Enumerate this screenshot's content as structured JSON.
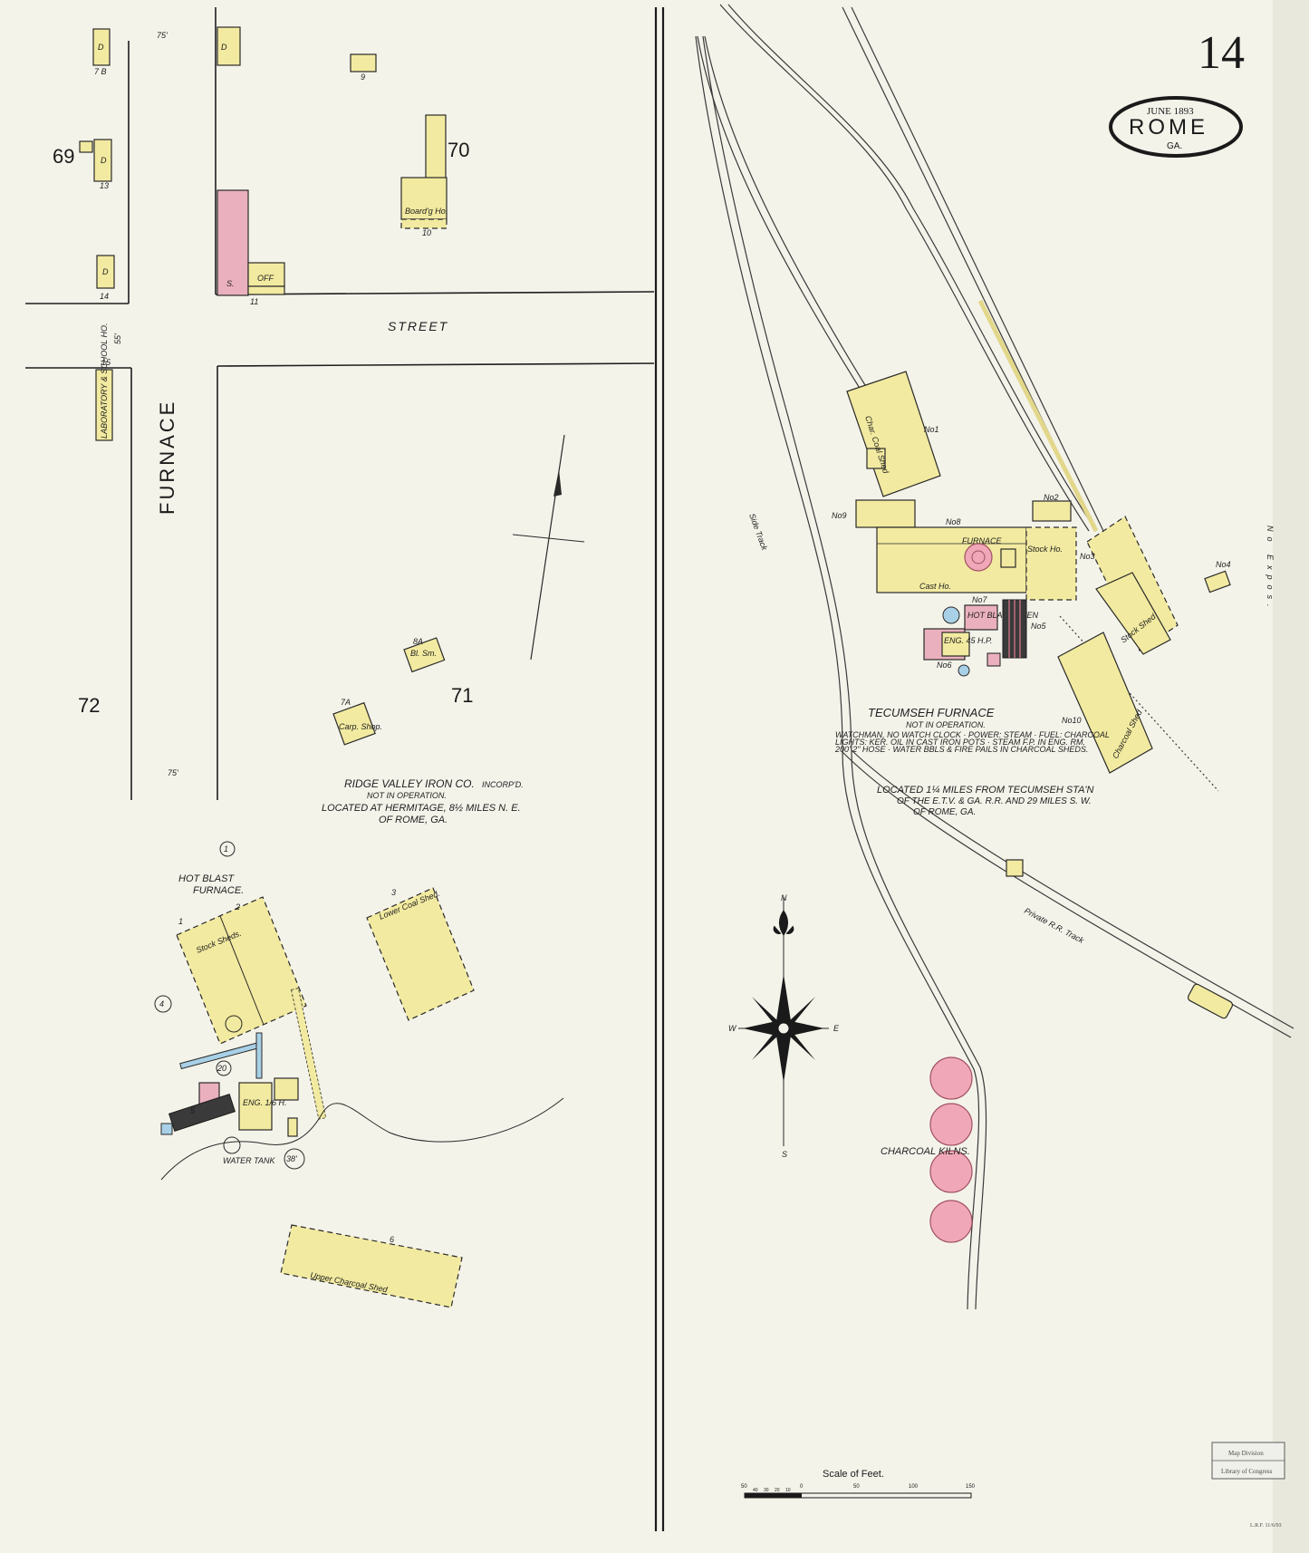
{
  "sheet": {
    "number": "14",
    "date": "JUNE 1893",
    "city": "ROME",
    "state": "GA.",
    "stamp_line1": "Map Division",
    "stamp_line2": "Library of Congress",
    "corner_note": "L.R.F. 11/6/93"
  },
  "streets": {
    "furnace": "FURNACE",
    "street": "STREET"
  },
  "blocks": {
    "b69": "69",
    "b70": "70",
    "b71": "71",
    "b72": "72"
  },
  "left_lots": {
    "lot_d": "D",
    "lot_7b": "7 B",
    "lot_9": "9",
    "lot_13": "13",
    "lot_14": "14",
    "lot_10": "10",
    "lot_11": "11",
    "lot_15": "15",
    "boards_ho": "Board'g Ho.",
    "off": "OFF",
    "s": "S.",
    "lab": "LABORATORY & SCHOOL HO.",
    "w75a": "75'",
    "w75b": "75'",
    "w55": "55'"
  },
  "ridge_valley": {
    "title": "RIDGE VALLEY IRON CO.",
    "incorp": "INCORP'D.",
    "status": "NOT IN OPERATION.",
    "location1": "LOCATED AT HERMITAGE, 8½ MILES N. E.",
    "location2": "OF ROME, GA.",
    "hot_blast": "HOT BLAST",
    "furnace": "FURNACE.",
    "stock_sheds": "Stock Sheds.",
    "lower_coal_shed": "Lower Coal Shed.",
    "upper_charcoal_shed": "Upper Charcoal Shed",
    "carp_shop": "Carp. Shop.",
    "bl_sm": "Bl. Sm.",
    "eng": "ENG. 1/6 H.",
    "water_tank": "WATER TANK",
    "n1": "1",
    "n2": "2",
    "n3": "3",
    "n4": "4",
    "n5": "5",
    "n6": "6",
    "n7a": "7A",
    "n8a": "8A",
    "n20": "20",
    "n38": "38'"
  },
  "tecumseh": {
    "title": "TECUMSEH FURNACE",
    "status": "NOT IN OPERATION.",
    "note1": "WATCHMAN, NO WATCH CLOCK · POWER: STEAM · FUEL: CHARCOAL",
    "note2": "LIGHTS: KER. OIL IN CAST IRON POTS · STEAM F.P. IN ENG. RM.",
    "note3": "200' 2\" HOSE · WATER BBLS & FIRE PAILS IN CHARCOAL SHEDS.",
    "location1": "LOCATED 1¼ MILES FROM TECUMSEH STA'N",
    "location2": "OF THE E.T.V. & GA. R.R. AND 29 MILES S. W.",
    "location3": "OF ROME, GA.",
    "char_coal_shed": "Char. Coal Shed",
    "stock_ho": "Stock Ho.",
    "cast_ho": "Cast Ho.",
    "furnace": "FURNACE",
    "stock_shed": "Stock Shed",
    "charcoal_shed": "Charcoal Shed",
    "hot_blast_oven": "HOT BLAST OVEN",
    "eng": "ENG. 45 H.P.",
    "charcoal_kilns": "CHARCOAL   KILNS.",
    "side_track": "Side Track",
    "private_track": "Private R.R. Track",
    "no_expos": "No  Expos.",
    "n1": "No1",
    "n2": "No2",
    "n3": "No3",
    "n4": "No4",
    "n5": "No5",
    "n6": "No6",
    "n7": "No7",
    "n8": "No8",
    "n9": "No9",
    "n10": "No10"
  },
  "compass": {
    "n": "N",
    "s": "S",
    "e": "E",
    "w": "W"
  },
  "scale": {
    "title": "Scale of Feet.",
    "ticks": [
      "50",
      "40",
      "30",
      "20",
      "10",
      "0",
      "50",
      "100",
      "150"
    ]
  },
  "colors": {
    "paper": "#f4f3ea",
    "frame_building": "#f2eaa0",
    "brick_building": "#eab0bd",
    "special": "#a8d0e6"
  }
}
